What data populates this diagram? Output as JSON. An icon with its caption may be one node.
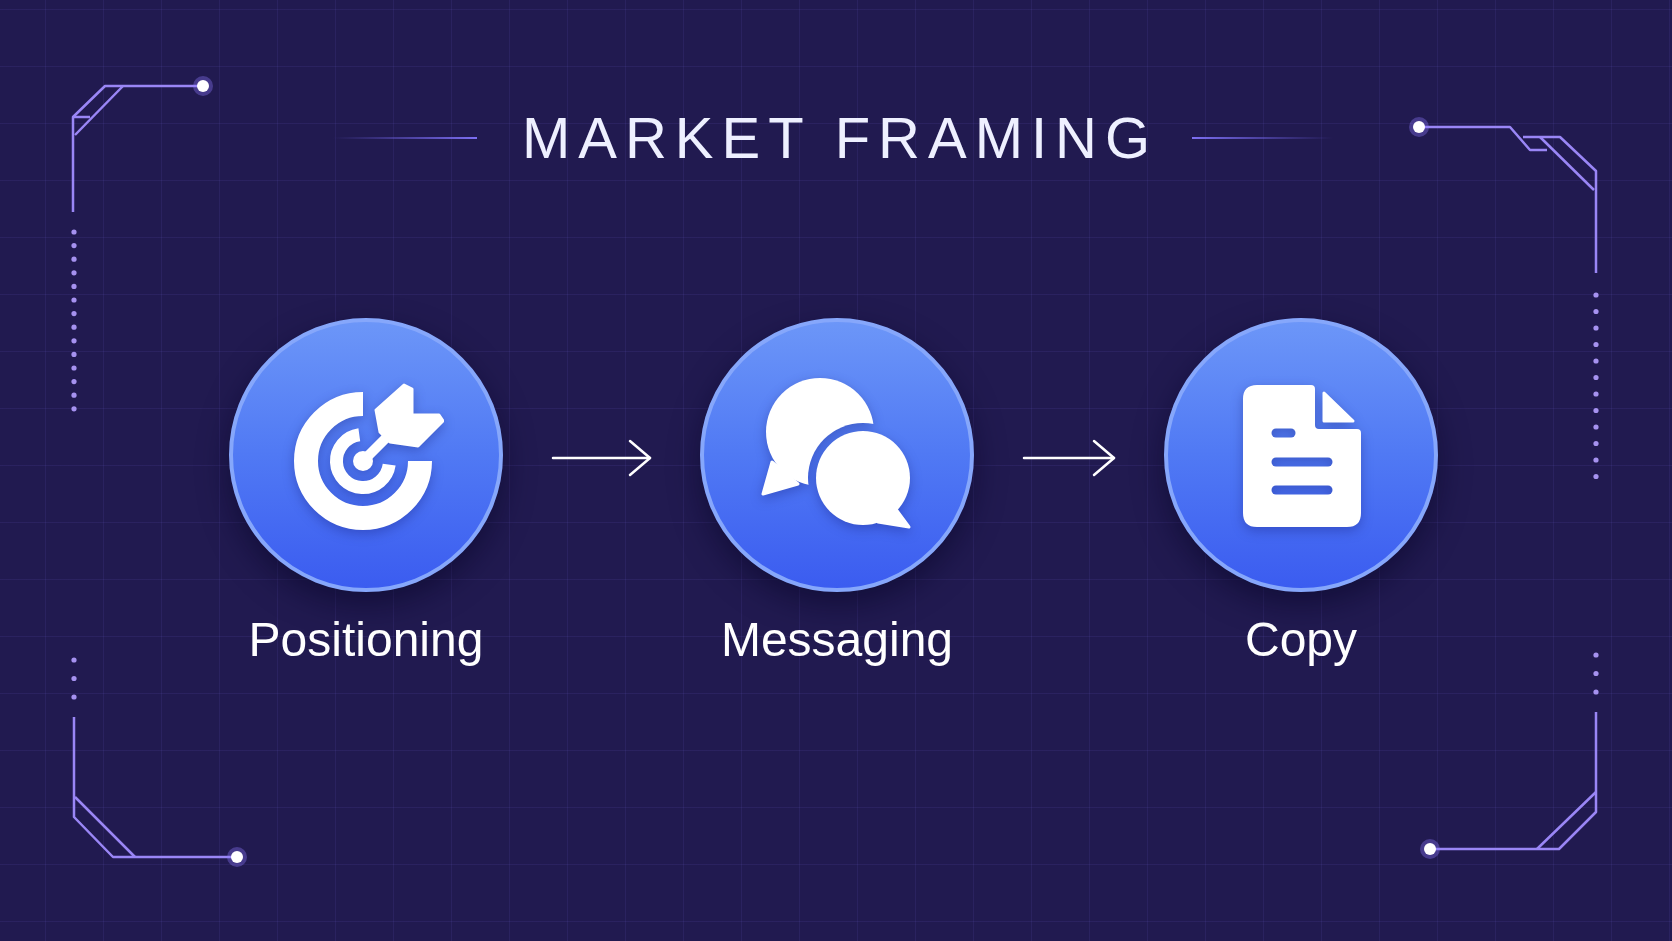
{
  "diagram": {
    "title": "MARKET FRAMING",
    "nodes": [
      {
        "text": [
          "Positioning"
        ]
      },
      {
        "text": [
          "Messaging"
        ]
      },
      {
        "text": [
          "Copy"
        ]
      }
    ],
    "edges": [
      {
        "from": 0,
        "to": 1,
        "arrow": "to"
      },
      {
        "from": 1,
        "to": 2,
        "arrow": "to"
      }
    ]
  }
}
